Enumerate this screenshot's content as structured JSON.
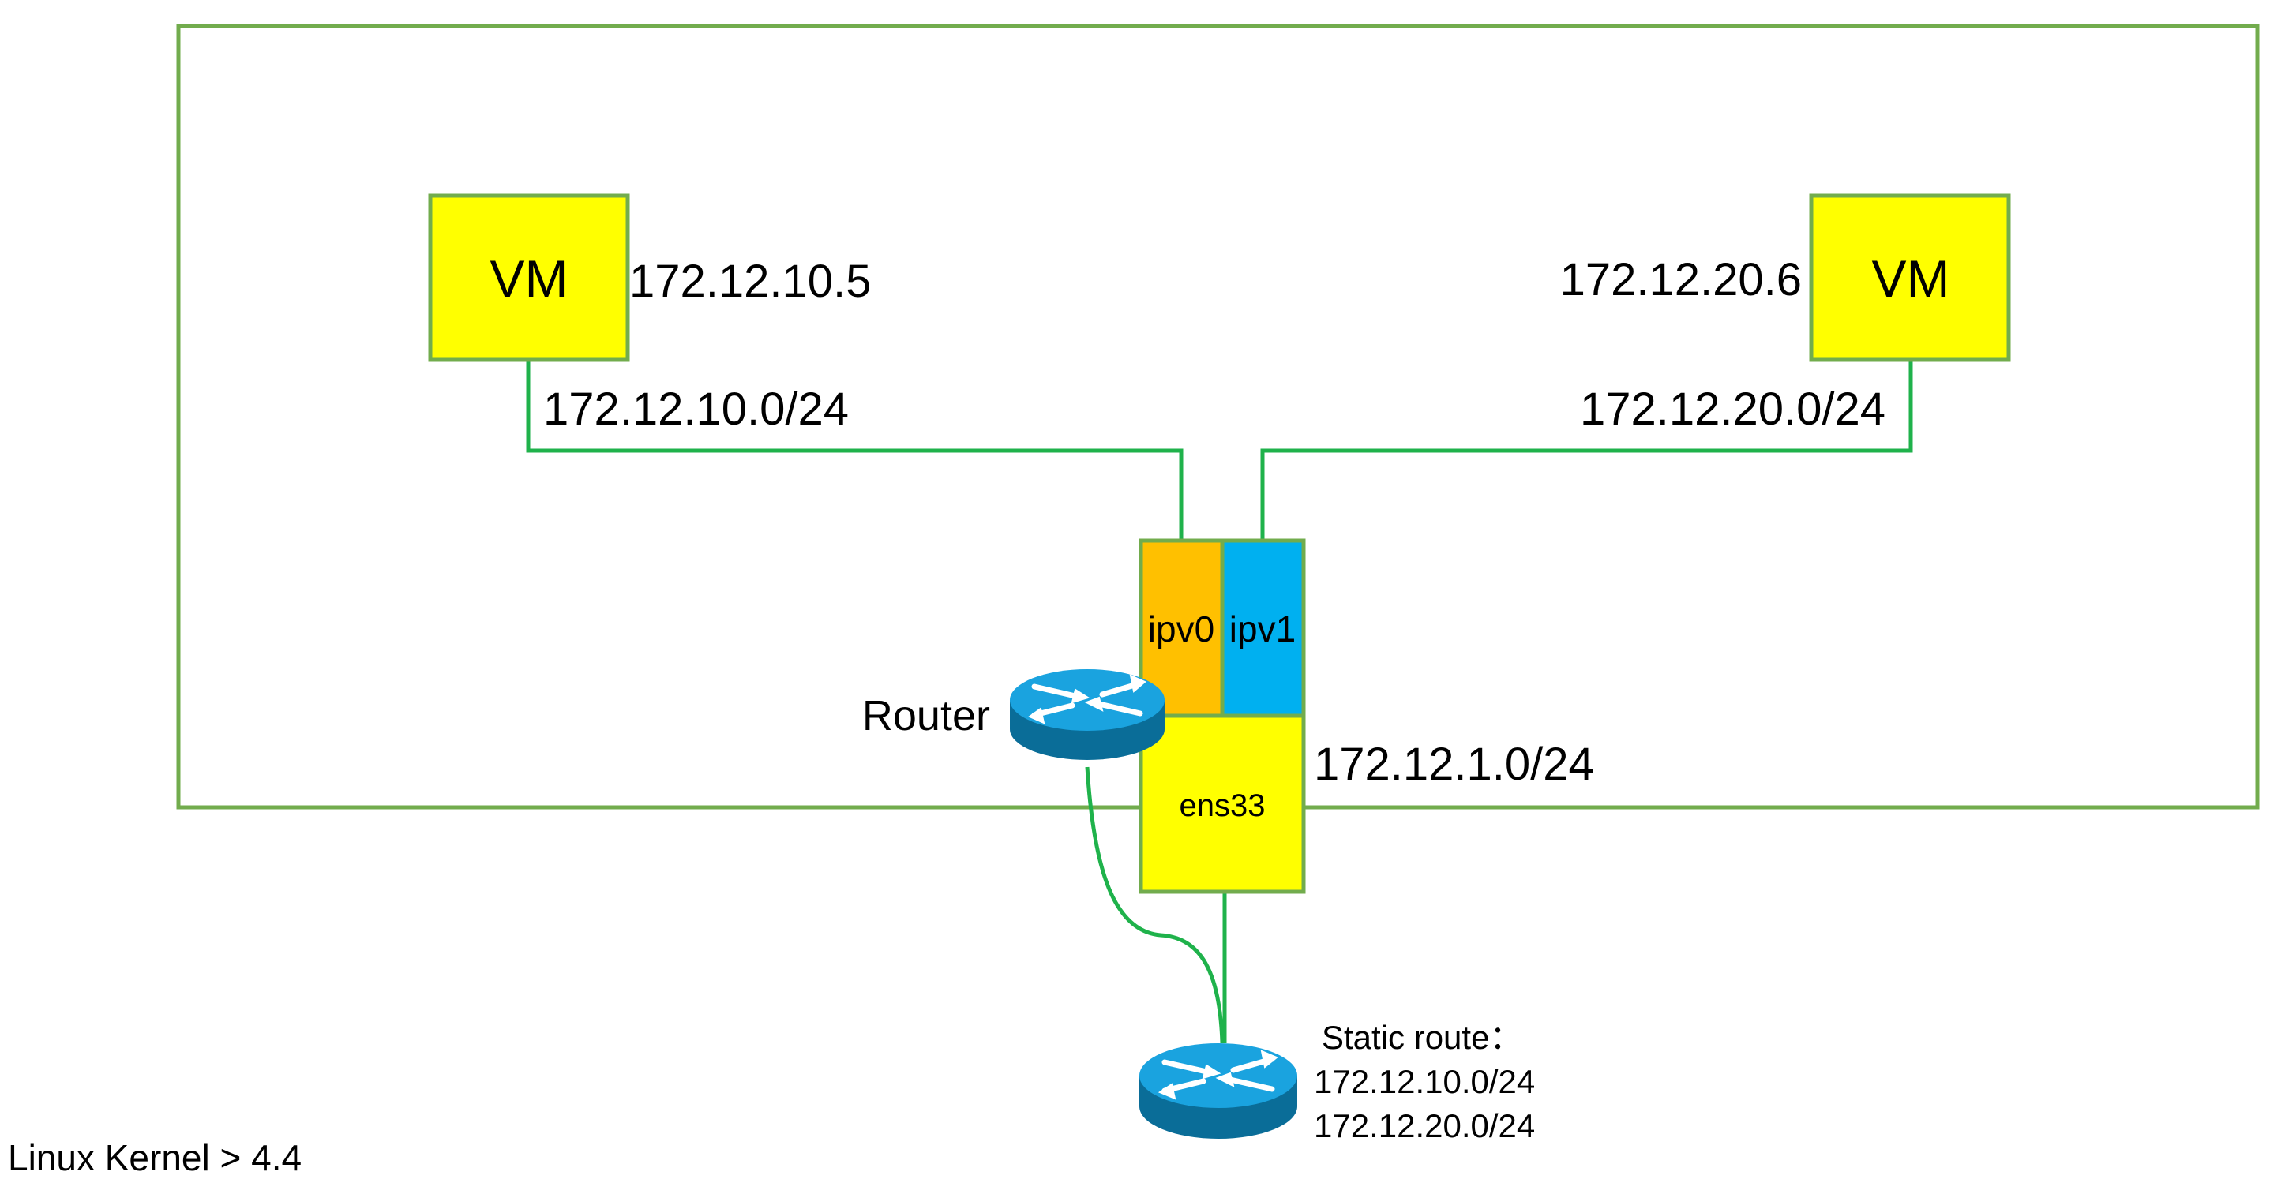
{
  "vm_left": {
    "label": "VM",
    "ip": "172.12.10.5",
    "subnet": "172.12.10.0/24"
  },
  "vm_right": {
    "label": "VM",
    "ip": "172.12.20.6",
    "subnet": "172.12.20.0/24"
  },
  "interfaces": {
    "ipv0": "ipv0",
    "ipv1": "ipv1",
    "ens33": "ens33"
  },
  "host_subnet": "172.12.1.0/24",
  "router": {
    "label": "Router"
  },
  "static_route": {
    "title": "Static route：",
    "routes": [
      "172.12.10.0/24",
      "172.12.20.0/24"
    ]
  },
  "footer_note": "Linux Kernel > 4.4",
  "colors": {
    "line": "#1fb24b",
    "box_border": "#72ac4d",
    "vm_fill": "#ffff00",
    "ipv0_fill": "#ffc000",
    "ipv1_fill": "#00b0f0",
    "router_top": "#1aa3df",
    "router_side": "#0a6d98"
  }
}
